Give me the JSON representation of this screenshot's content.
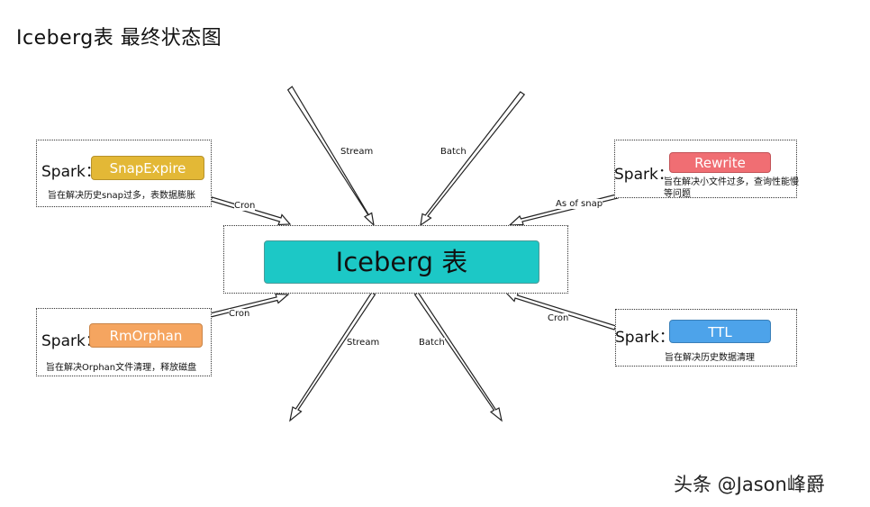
{
  "title": "Iceberg表 最终状态图",
  "center": "Iceberg 表",
  "spark_label": "Spark：",
  "jobs": {
    "snapexpire": {
      "name": "SnapExpire",
      "desc": "旨在解决历史snap过多，表数据膨胀",
      "color": "#e3b836"
    },
    "rmorphan": {
      "name": "RmOrphan",
      "desc": "旨在解决Orphan文件清理，释放磁盘",
      "color": "#f5a560"
    },
    "rewrite": {
      "name": "Rewrite",
      "desc": "旨在解决小文件过多，查询性能慢等问题",
      "color": "#f06e73"
    },
    "ttl": {
      "name": "TTL",
      "desc": "旨在解决历史数据清理",
      "color": "#4da3ea"
    }
  },
  "edges": {
    "stream_in": "Stream",
    "batch_in": "Batch",
    "stream_out": "Stream",
    "batch_out": "Batch",
    "cron_snapexpire": "Cron",
    "cron_rmorphan": "Cron",
    "as_of_snap": "As of snap",
    "cron_ttl": "Cron"
  },
  "watermark": "头条 @Jason峰爵"
}
